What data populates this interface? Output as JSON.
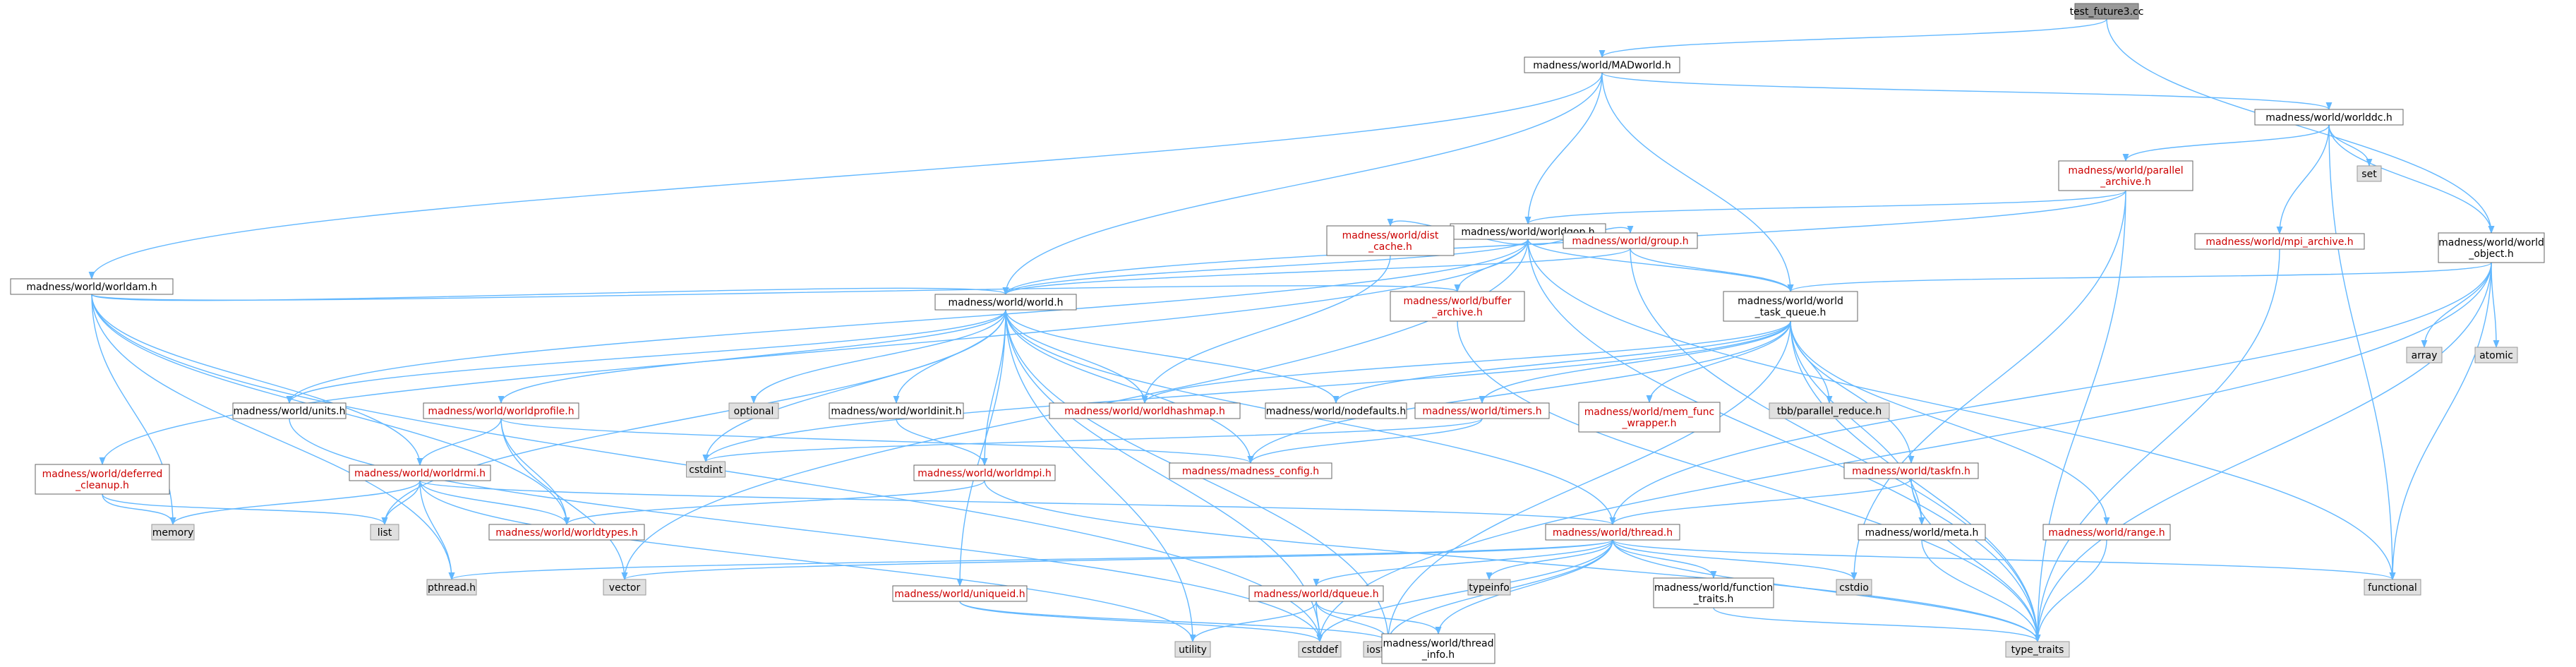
{
  "diagram": {
    "title": "",
    "colors": {
      "edge": "#63b8ff",
      "box_border": "#666666",
      "box_fill": "#ffffff",
      "system_fill": "#e0e0e0",
      "system_border": "#999999",
      "root_fill": "#999999",
      "incomplete_text": "#cc0000",
      "normal_text": "#000000"
    },
    "nodes": [
      {
        "id": "root",
        "label": "test_future3.cc",
        "kind": "root"
      },
      {
        "id": "MADworld",
        "label": "madness/world/MADworld.h",
        "kind": "normal"
      },
      {
        "id": "worldam",
        "label": "madness/world/worldam.h",
        "kind": "normal"
      },
      {
        "id": "worlddc",
        "label": "madness/world/worlddc.h",
        "kind": "normal"
      },
      {
        "id": "parallel_archive",
        "label": "madness/world/parallel\n_archive.h",
        "kind": "incomplete"
      },
      {
        "id": "worldgop",
        "label": "madness/world/worldgop.h",
        "kind": "normal"
      },
      {
        "id": "world_object",
        "label": "madness/world/world\n_object.h",
        "kind": "normal"
      },
      {
        "id": "set",
        "label": "set",
        "kind": "system"
      },
      {
        "id": "mpi_archive",
        "label": "madness/world/mpi_archive.h",
        "kind": "incomplete"
      },
      {
        "id": "dist_cache",
        "label": "madness/world/dist\n_cache.h",
        "kind": "incomplete"
      },
      {
        "id": "group",
        "label": "madness/world/group.h",
        "kind": "incomplete"
      },
      {
        "id": "world",
        "label": "madness/world/world.h",
        "kind": "normal"
      },
      {
        "id": "buffer_archive",
        "label": "madness/world/buffer\n_archive.h",
        "kind": "incomplete"
      },
      {
        "id": "world_task_queue",
        "label": "madness/world/world\n_task_queue.h",
        "kind": "normal"
      },
      {
        "id": "array",
        "label": "array",
        "kind": "system"
      },
      {
        "id": "atomic",
        "label": "atomic",
        "kind": "system"
      },
      {
        "id": "units",
        "label": "madness/world/units.h",
        "kind": "normal"
      },
      {
        "id": "worldprofile",
        "label": "madness/world/worldprofile.h",
        "kind": "incomplete"
      },
      {
        "id": "optional",
        "label": "optional",
        "kind": "system"
      },
      {
        "id": "worldinit",
        "label": "madness/world/worldinit.h",
        "kind": "normal"
      },
      {
        "id": "worldhashmap",
        "label": "madness/world/worldhashmap.h",
        "kind": "incomplete"
      },
      {
        "id": "nodefaults",
        "label": "madness/world/nodefaults.h",
        "kind": "normal"
      },
      {
        "id": "timers",
        "label": "madness/world/timers.h",
        "kind": "incomplete"
      },
      {
        "id": "mem_func_wrapper",
        "label": "madness/world/mem_func\n_wrapper.h",
        "kind": "incomplete"
      },
      {
        "id": "tbb_parallel_reduce",
        "label": "tbb/parallel_reduce.h",
        "kind": "system"
      },
      {
        "id": "deferred_cleanup",
        "label": "madness/world/deferred\n_cleanup.h",
        "kind": "incomplete"
      },
      {
        "id": "worldrmi",
        "label": "madness/world/worldrmi.h",
        "kind": "incomplete"
      },
      {
        "id": "cstdint",
        "label": "cstdint",
        "kind": "system"
      },
      {
        "id": "worldmpi",
        "label": "madness/world/worldmpi.h",
        "kind": "incomplete"
      },
      {
        "id": "madness_config",
        "label": "madness/madness_config.h",
        "kind": "incomplete"
      },
      {
        "id": "taskfn",
        "label": "madness/world/taskfn.h",
        "kind": "incomplete"
      },
      {
        "id": "memory",
        "label": "memory",
        "kind": "system"
      },
      {
        "id": "list",
        "label": "list",
        "kind": "system"
      },
      {
        "id": "worldtypes",
        "label": "madness/world/worldtypes.h",
        "kind": "incomplete"
      },
      {
        "id": "thread",
        "label": "madness/world/thread.h",
        "kind": "incomplete"
      },
      {
        "id": "meta",
        "label": "madness/world/meta.h",
        "kind": "normal"
      },
      {
        "id": "range",
        "label": "madness/world/range.h",
        "kind": "incomplete"
      },
      {
        "id": "pthread",
        "label": "pthread.h",
        "kind": "system"
      },
      {
        "id": "vector",
        "label": "vector",
        "kind": "system"
      },
      {
        "id": "typeinfo",
        "label": "typeinfo",
        "kind": "system"
      },
      {
        "id": "function_traits",
        "label": "madness/world/function\n_traits.h",
        "kind": "normal"
      },
      {
        "id": "cstdio",
        "label": "cstdio",
        "kind": "system"
      },
      {
        "id": "functional",
        "label": "functional",
        "kind": "system"
      },
      {
        "id": "uniqueid",
        "label": "madness/world/uniqueid.h",
        "kind": "incomplete"
      },
      {
        "id": "dqueue",
        "label": "madness/world/dqueue.h",
        "kind": "incomplete"
      },
      {
        "id": "utility",
        "label": "utility",
        "kind": "system"
      },
      {
        "id": "cstddef",
        "label": "cstddef",
        "kind": "system"
      },
      {
        "id": "iostream",
        "label": "iostream",
        "kind": "system"
      },
      {
        "id": "thread_info",
        "label": "madness/world/thread\n_info.h",
        "kind": "normal"
      },
      {
        "id": "type_traits",
        "label": "type_traits",
        "kind": "system"
      }
    ],
    "edges": [
      [
        "root",
        "MADworld"
      ],
      [
        "root",
        "world_object"
      ],
      [
        "MADworld",
        "worldam"
      ],
      [
        "MADworld",
        "worlddc"
      ],
      [
        "MADworld",
        "worldgop"
      ],
      [
        "MADworld",
        "world"
      ],
      [
        "MADworld",
        "world_task_queue"
      ],
      [
        "worlddc",
        "parallel_archive"
      ],
      [
        "worlddc",
        "set"
      ],
      [
        "worlddc",
        "mpi_archive"
      ],
      [
        "worlddc",
        "world_object"
      ],
      [
        "worlddc",
        "functional"
      ],
      [
        "parallel_archive",
        "worldgop"
      ],
      [
        "parallel_archive",
        "world"
      ],
      [
        "parallel_archive",
        "cstdio"
      ],
      [
        "parallel_archive",
        "type_traits"
      ],
      [
        "mpi_archive",
        "type_traits"
      ],
      [
        "worldgop",
        "dist_cache"
      ],
      [
        "worldgop",
        "group"
      ],
      [
        "worldgop",
        "buffer_archive"
      ],
      [
        "worldgop",
        "world"
      ],
      [
        "worldgop",
        "world_task_queue"
      ],
      [
        "worldgop",
        "deferred_cleanup"
      ],
      [
        "worldgop",
        "type_traits"
      ],
      [
        "worldgop",
        "functional"
      ],
      [
        "worldgop",
        "vector"
      ],
      [
        "worldgop",
        "units"
      ],
      [
        "dist_cache",
        "worldhashmap"
      ],
      [
        "group",
        "world"
      ],
      [
        "group",
        "world_task_queue"
      ],
      [
        "group",
        "type_traits"
      ],
      [
        "buffer_archive",
        "type_traits"
      ],
      [
        "world_object",
        "world_task_queue"
      ],
      [
        "world_object",
        "array"
      ],
      [
        "world_object",
        "atomic"
      ],
      [
        "world_object",
        "type_traits"
      ],
      [
        "world_object",
        "thread"
      ],
      [
        "world_object",
        "cstddef"
      ],
      [
        "world_object",
        "functional"
      ],
      [
        "worldam",
        "world"
      ],
      [
        "worldam",
        "buffer_archive"
      ],
      [
        "worldam",
        "worldrmi"
      ],
      [
        "worldam",
        "memory"
      ],
      [
        "worldam",
        "pthread"
      ],
      [
        "worldam",
        "cstddef"
      ],
      [
        "worldam",
        "worldtypes"
      ],
      [
        "world",
        "units"
      ],
      [
        "world",
        "worldprofile"
      ],
      [
        "world",
        "optional"
      ],
      [
        "world",
        "worldinit"
      ],
      [
        "world",
        "worldhashmap"
      ],
      [
        "world",
        "nodefaults"
      ],
      [
        "world",
        "cstdint"
      ],
      [
        "world",
        "list"
      ],
      [
        "world",
        "worldmpi"
      ],
      [
        "world",
        "madness_config"
      ],
      [
        "world",
        "uniqueid"
      ],
      [
        "world",
        "thread"
      ],
      [
        "world",
        "iostream"
      ],
      [
        "world",
        "cstddef"
      ],
      [
        "world",
        "utility"
      ],
      [
        "world_task_queue",
        "worldhashmap"
      ],
      [
        "world_task_queue",
        "nodefaults"
      ],
      [
        "world_task_queue",
        "timers"
      ],
      [
        "world_task_queue",
        "mem_func_wrapper"
      ],
      [
        "world_task_queue",
        "tbb_parallel_reduce"
      ],
      [
        "world_task_queue",
        "taskfn"
      ],
      [
        "world_task_queue",
        "range"
      ],
      [
        "world_task_queue",
        "meta"
      ],
      [
        "world_task_queue",
        "madness_config"
      ],
      [
        "world_task_queue",
        "type_traits"
      ],
      [
        "world_task_queue",
        "iostream"
      ],
      [
        "world_task_queue",
        "cstdint"
      ],
      [
        "units",
        "cstddef"
      ],
      [
        "worldprofile",
        "worldrmi"
      ],
      [
        "worldprofile",
        "worldtypes"
      ],
      [
        "worldprofile",
        "madness_config"
      ],
      [
        "worldprofile",
        "vector"
      ],
      [
        "worldinit",
        "worldmpi"
      ],
      [
        "timers",
        "madness_config"
      ],
      [
        "timers",
        "cstdint"
      ],
      [
        "deferred_cleanup",
        "memory"
      ],
      [
        "deferred_cleanup",
        "list"
      ],
      [
        "worldrmi",
        "worldtypes"
      ],
      [
        "worldrmi",
        "thread"
      ],
      [
        "worldrmi",
        "list"
      ],
      [
        "worldrmi",
        "memory"
      ],
      [
        "worldrmi",
        "pthread"
      ],
      [
        "worldrmi",
        "utility"
      ],
      [
        "worldmpi",
        "worldtypes"
      ],
      [
        "worldmpi",
        "type_traits"
      ],
      [
        "taskfn",
        "thread"
      ],
      [
        "taskfn",
        "meta"
      ],
      [
        "taskfn",
        "type_traits"
      ],
      [
        "meta",
        "type_traits"
      ],
      [
        "range",
        "type_traits"
      ],
      [
        "thread",
        "pthread"
      ],
      [
        "thread",
        "vector"
      ],
      [
        "thread",
        "typeinfo"
      ],
      [
        "thread",
        "function_traits"
      ],
      [
        "thread",
        "cstdio"
      ],
      [
        "thread",
        "functional"
      ],
      [
        "thread",
        "dqueue"
      ],
      [
        "thread",
        "thread_info"
      ],
      [
        "thread",
        "cstddef"
      ],
      [
        "thread",
        "iostream"
      ],
      [
        "thread",
        "type_traits"
      ],
      [
        "function_traits",
        "type_traits"
      ],
      [
        "uniqueid",
        "cstddef"
      ],
      [
        "uniqueid",
        "iostream"
      ],
      [
        "dqueue",
        "utility"
      ],
      [
        "dqueue",
        "cstddef"
      ],
      [
        "dqueue",
        "iostream"
      ],
      [
        "dqueue",
        "thread_info"
      ]
    ]
  }
}
